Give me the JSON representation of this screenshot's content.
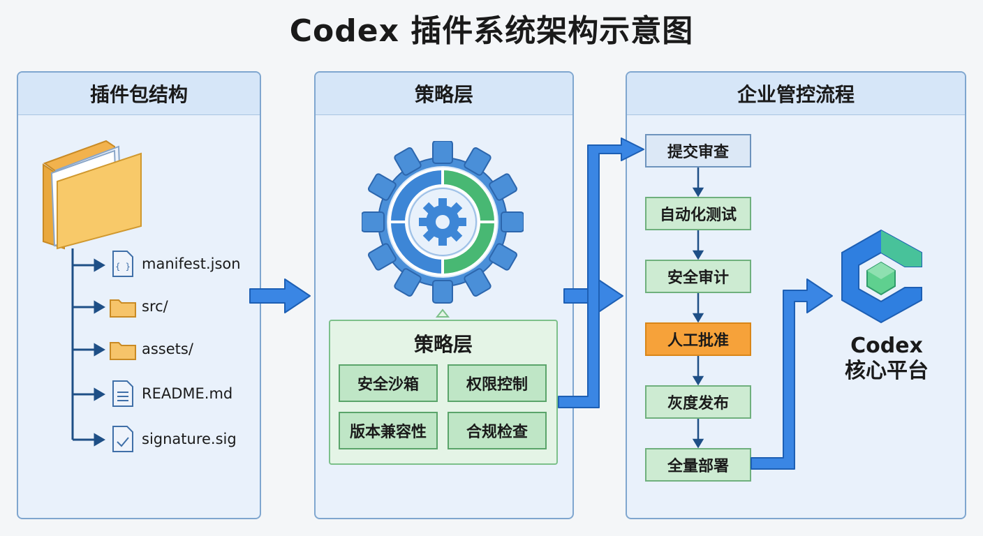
{
  "title": "Codex 插件系统架构示意图",
  "panels": {
    "package": {
      "heading": "插件包结构"
    },
    "policy": {
      "heading": "策略层"
    },
    "enterprise": {
      "heading": "企业管控流程"
    }
  },
  "package_tree": [
    {
      "label": "manifest.json",
      "icon": "json-file-icon"
    },
    {
      "label": "src/",
      "icon": "folder-icon"
    },
    {
      "label": "assets/",
      "icon": "folder-icon"
    },
    {
      "label": "README.md",
      "icon": "document-icon"
    },
    {
      "label": "signature.sig",
      "icon": "signature-file-icon"
    }
  ],
  "policy_box": {
    "title": "策略层",
    "items": [
      "安全沙箱",
      "权限控制",
      "版本兼容性",
      "合规检查"
    ]
  },
  "flow_steps": [
    {
      "label": "提交审查",
      "status": "normal"
    },
    {
      "label": "自动化测试",
      "status": "success"
    },
    {
      "label": "安全审计",
      "status": "success"
    },
    {
      "label": "人工批准",
      "status": "pending"
    },
    {
      "label": "灰度发布",
      "status": "success"
    },
    {
      "label": "全量部署",
      "status": "success"
    }
  ],
  "core": {
    "line1": "Codex",
    "line2": "核心平台"
  },
  "colors": {
    "arrow_blue": "#2f7fe0",
    "step_normal": "#dce8f6",
    "step_success": "#cdebd2",
    "step_pending": "#f6a23a",
    "gear_blue": "#4a8fd8",
    "gear_green": "#48b873",
    "folder": "#f6c46a"
  }
}
